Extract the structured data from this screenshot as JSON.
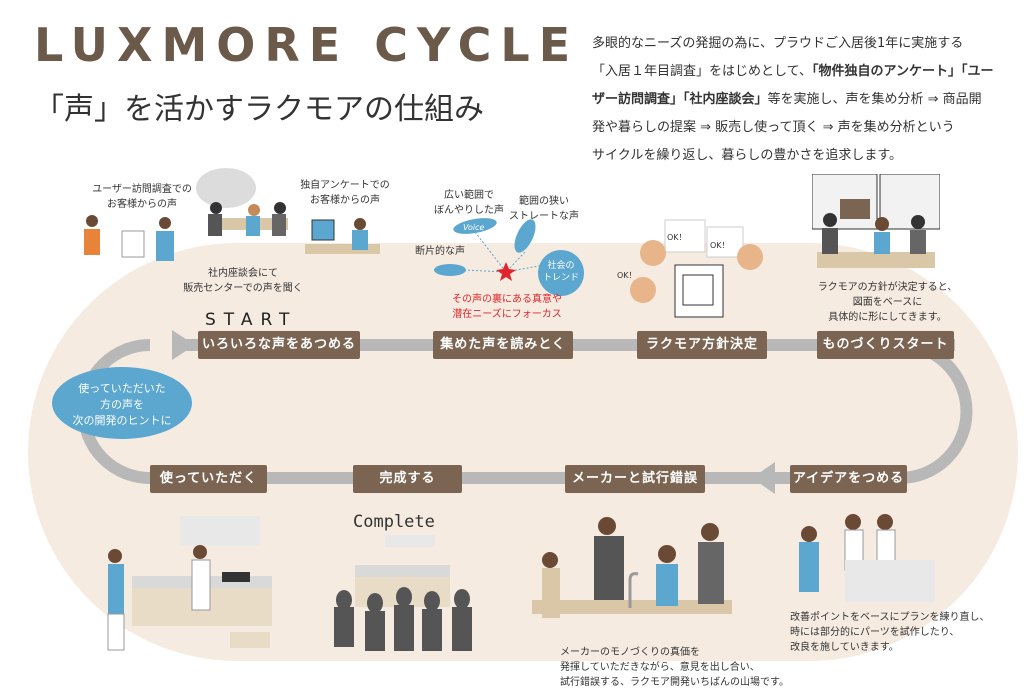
{
  "header": {
    "title": "LUXMORE CYCLE",
    "subtitle": "「声」を活かすラクモアの仕組み"
  },
  "intro": {
    "t1": "多眼的なニーズの発掘の為に、プラウドご入居後1年に実施する",
    "t2": "「入居１年目調査」をはじめとして、",
    "b1": "「物件独自のアンケート」「ユー",
    "t3": "ザー訪問調査」「社内座談会」",
    "t4": "等を実施し、声を集め分析 ⇒ 商品開",
    "t5": "発や暮らしの提案 ⇒ 販売し使って頂く ⇒ 声を集め分析という",
    "t6": "サイクルを繰り返し、暮らしの豊かさを追求します。"
  },
  "steps": {
    "s1": "いろいろな声をあつめる",
    "s2": "集めた声を読みとく",
    "s3": "ラクモア方針決定",
    "s4": "ものづくりスタート",
    "s5": "アイデアをつめる",
    "s6": "メーカーと試行錯誤",
    "s7": "完成する",
    "s8": "使っていただく"
  },
  "labels": {
    "start": "START",
    "complete": "Complete",
    "user_visit_1": "ユーザー訪問調査での",
    "user_visit_2": "お客様からの声",
    "internal_1": "社内座談会にて",
    "internal_2": "販売センターでの声を聞く",
    "survey_1": "独自アンケートでの",
    "survey_2": "お客様からの声",
    "wide_1": "広い範囲で",
    "wide_2": "ぼんやりした声",
    "narrow_1": "範囲の狭い",
    "narrow_2": "ストレートな声",
    "fragment": "断片的な声",
    "voice": "Voice",
    "trend_1": "社会の",
    "trend_2": "トレンド",
    "focus_1": "その声の裏にある真意や",
    "focus_2": "潜在ニーズにフォーカス",
    "ok": "OK！",
    "policy_1": "ラクモアの方針が決定すると、",
    "policy_2": "図面をベースに",
    "policy_3": "具体的に形にしてきます。",
    "hint_1": "使っていただいた",
    "hint_2": "方の声を",
    "hint_3": "次の開発のヒントに",
    "trial_1": "メーカーのモノづくりの真価を",
    "trial_2": "発揮していただきながら、意見を出し合い、",
    "trial_3": "試行錯誤する、ラクモア開発いちばんの山場です。",
    "idea_1": "改善ポイントをベースにプランを練り直し、",
    "idea_2": "時には部分的にパーツを試作したり、",
    "idea_3": "改良を施していきます。"
  },
  "colors": {
    "brown": "#7b6552",
    "loop": "#f6ebe0",
    "blue": "#5ba7cf",
    "grey_arrow": "#b8b8b8",
    "red": "#e0262c"
  }
}
